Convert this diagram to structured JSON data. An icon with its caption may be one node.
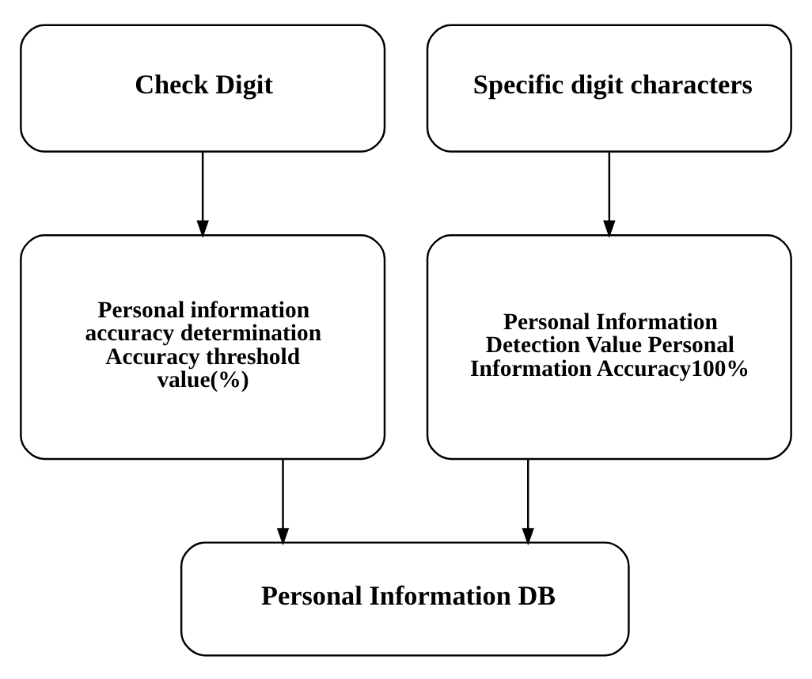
{
  "diagram": {
    "nodes": [
      {
        "text": [
          "Check Digit"
        ]
      },
      {
        "text": [
          "Specific digit characters"
        ]
      },
      {
        "text": [
          "Personal information accuracy determination Accuracy threshold value(%)"
        ]
      },
      {
        "text": [
          "Personal Information Detection Value Personal Information Accuracy100%"
        ]
      },
      {
        "text": [
          "Personal Information DB"
        ]
      }
    ],
    "edges": [
      {
        "from": 0,
        "to": 2,
        "arrow": "to"
      },
      {
        "from": 1,
        "to": 3,
        "arrow": "to"
      },
      {
        "from": 2,
        "to": 4,
        "arrow": "to"
      },
      {
        "from": 3,
        "to": 4,
        "arrow": "to"
      }
    ]
  }
}
